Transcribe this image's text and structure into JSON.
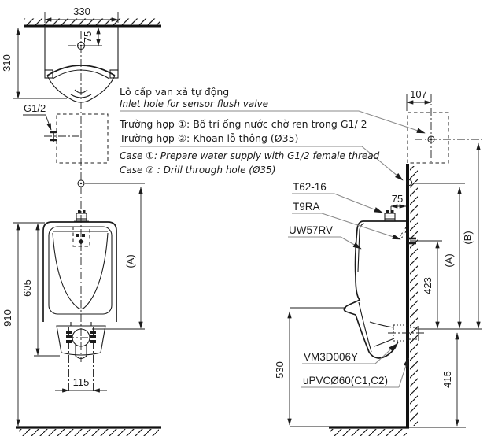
{
  "top_view": {
    "width": "330",
    "hole_offset": "75",
    "depth": "310"
  },
  "rough_in": {
    "thread": "G1/2"
  },
  "notes": {
    "vi_title": "Lỗ cấp van xả tự động",
    "en_title": "Inlet hole for sensor flush valve",
    "vi_case1": "Trường hợp ①: Bố trí ống nước chờ ren trong G1/ 2",
    "vi_case2": "Trường hợp ②: Khoan lỗ thông (Ø35)",
    "en_case1": "Case ①: Prepare water supply with G1/2 female thread",
    "en_case2": "Case ② : Drill through hole (Ø35)"
  },
  "front_view": {
    "body_height": "605",
    "total_height": "910",
    "bolt_spacing": "115",
    "dim_a": "(A)"
  },
  "side_view": {
    "hole_offset": "107",
    "valve_offset": "75",
    "dim_a": "(A)",
    "dim_b": "(B)",
    "spud_to_outlet": "423",
    "outlet_height": "415",
    "lip_height": "530",
    "labels": {
      "flush_valve": "T62-16",
      "spud": "T9RA",
      "urinal": "UW57RV",
      "outlet_socket": "VM3D006Y",
      "drain_pipe": "uPVCØ60(C1,C2)"
    }
  }
}
